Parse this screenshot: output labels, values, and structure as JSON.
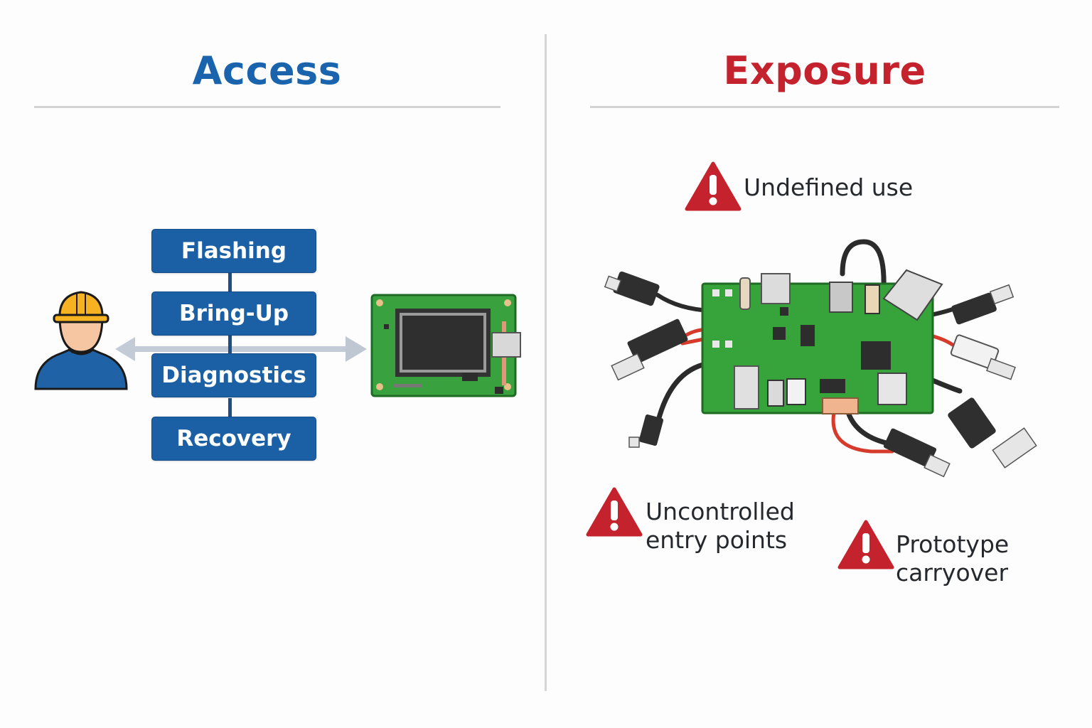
{
  "left_panel": {
    "title": "Access",
    "title_color": "#1a64ad",
    "actor_icon": "engineer-hardhat-icon",
    "device_icon": "pcb-board-icon",
    "arrow": "bidirectional-arrow",
    "steps": [
      {
        "label": "Flashing"
      },
      {
        "label": "Bring-Up"
      },
      {
        "label": "Diagnostics"
      },
      {
        "label": "Recovery"
      }
    ],
    "box_color": "#1b5fa5"
  },
  "right_panel": {
    "title": "Exposure",
    "title_color": "#c4232d",
    "device_icon": "pcb-board-with-cables-icon",
    "warnings": [
      {
        "icon": "warning-triangle-icon",
        "lines": [
          "Undefined use"
        ]
      },
      {
        "icon": "warning-triangle-icon",
        "lines": [
          "Uncontrolled",
          "entry points"
        ]
      },
      {
        "icon": "warning-triangle-icon",
        "lines": [
          "Prototype",
          "carryover"
        ]
      }
    ],
    "warning_color": "#c4232d"
  }
}
